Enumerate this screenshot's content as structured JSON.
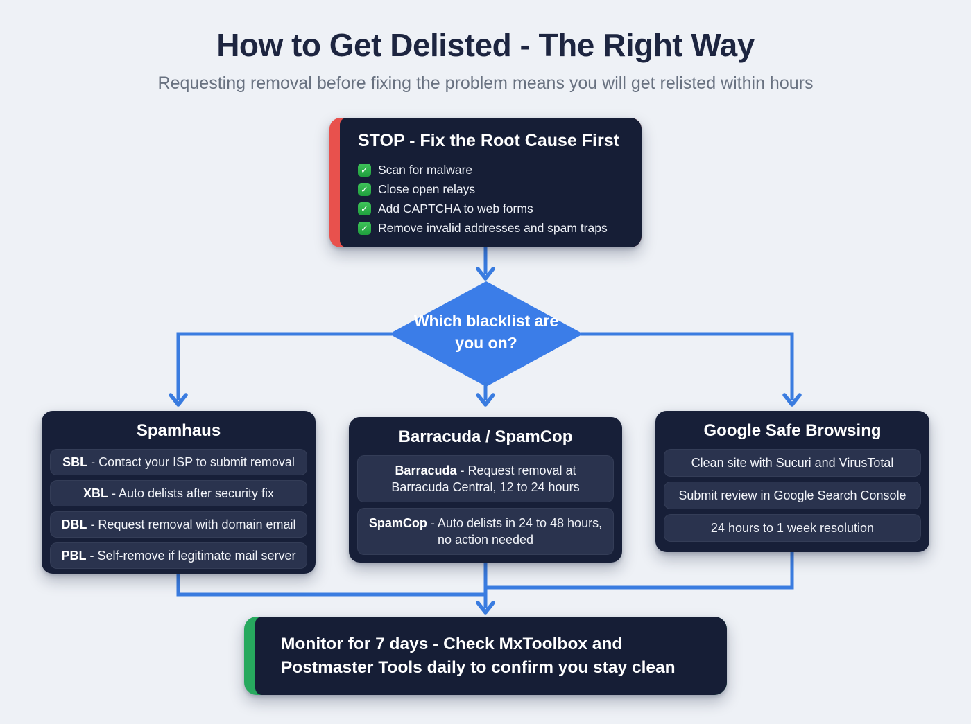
{
  "header": {
    "title": "How to Get Delisted - The Right Way",
    "subtitle": "Requesting removal before fixing the problem means you will get relisted within hours"
  },
  "stop_box": {
    "title": "STOP - Fix the Root Cause First",
    "items": [
      {
        "icon": "check-icon",
        "text": "Scan for malware"
      },
      {
        "icon": "check-icon",
        "text": "Close open relays"
      },
      {
        "icon": "check-icon",
        "text": "Add CAPTCHA to web forms"
      },
      {
        "icon": "check-icon",
        "text": "Remove invalid addresses and spam traps"
      }
    ]
  },
  "decision": {
    "text": "Which blacklist are you on?"
  },
  "branches": [
    {
      "title": "Spamhaus",
      "items": [
        {
          "bold": "SBL",
          "rest": " - Contact your ISP to submit removal"
        },
        {
          "bold": "XBL",
          "rest": " - Auto delists after security fix"
        },
        {
          "bold": "DBL",
          "rest": " - Request removal with domain email"
        },
        {
          "bold": "PBL",
          "rest": " - Self-remove if legitimate mail server"
        }
      ]
    },
    {
      "title": "Barracuda / SpamCop",
      "items": [
        {
          "bold": "Barracuda",
          "rest": " - Request removal at Barracuda Central, 12 to 24 hours"
        },
        {
          "bold": "SpamCop",
          "rest": " - Auto delists in 24 to 48 hours, no action needed"
        }
      ]
    },
    {
      "title": "Google Safe Browsing",
      "items": [
        {
          "bold": "",
          "rest": "Clean site with Sucuri and VirusTotal"
        },
        {
          "bold": "",
          "rest": "Submit review in Google Search Console"
        },
        {
          "bold": "",
          "rest": "24 hours to 1 week resolution"
        }
      ]
    }
  ],
  "monitor_box": {
    "text": "Monitor for 7 days - Check MxToolbox and Postmaster Tools daily to confirm you stay clean"
  },
  "colors": {
    "background": "#eef1f6",
    "node_dark": "#161e36",
    "pill": "#2a334e",
    "connector_blue": "#3a7ce0",
    "diamond_blue": "#3b7de8",
    "stop_red": "#e8514d",
    "monitor_green": "#27a95e",
    "check_green": "#2fb94c",
    "title_text": "#1d2540",
    "subtitle_text": "#687180"
  }
}
